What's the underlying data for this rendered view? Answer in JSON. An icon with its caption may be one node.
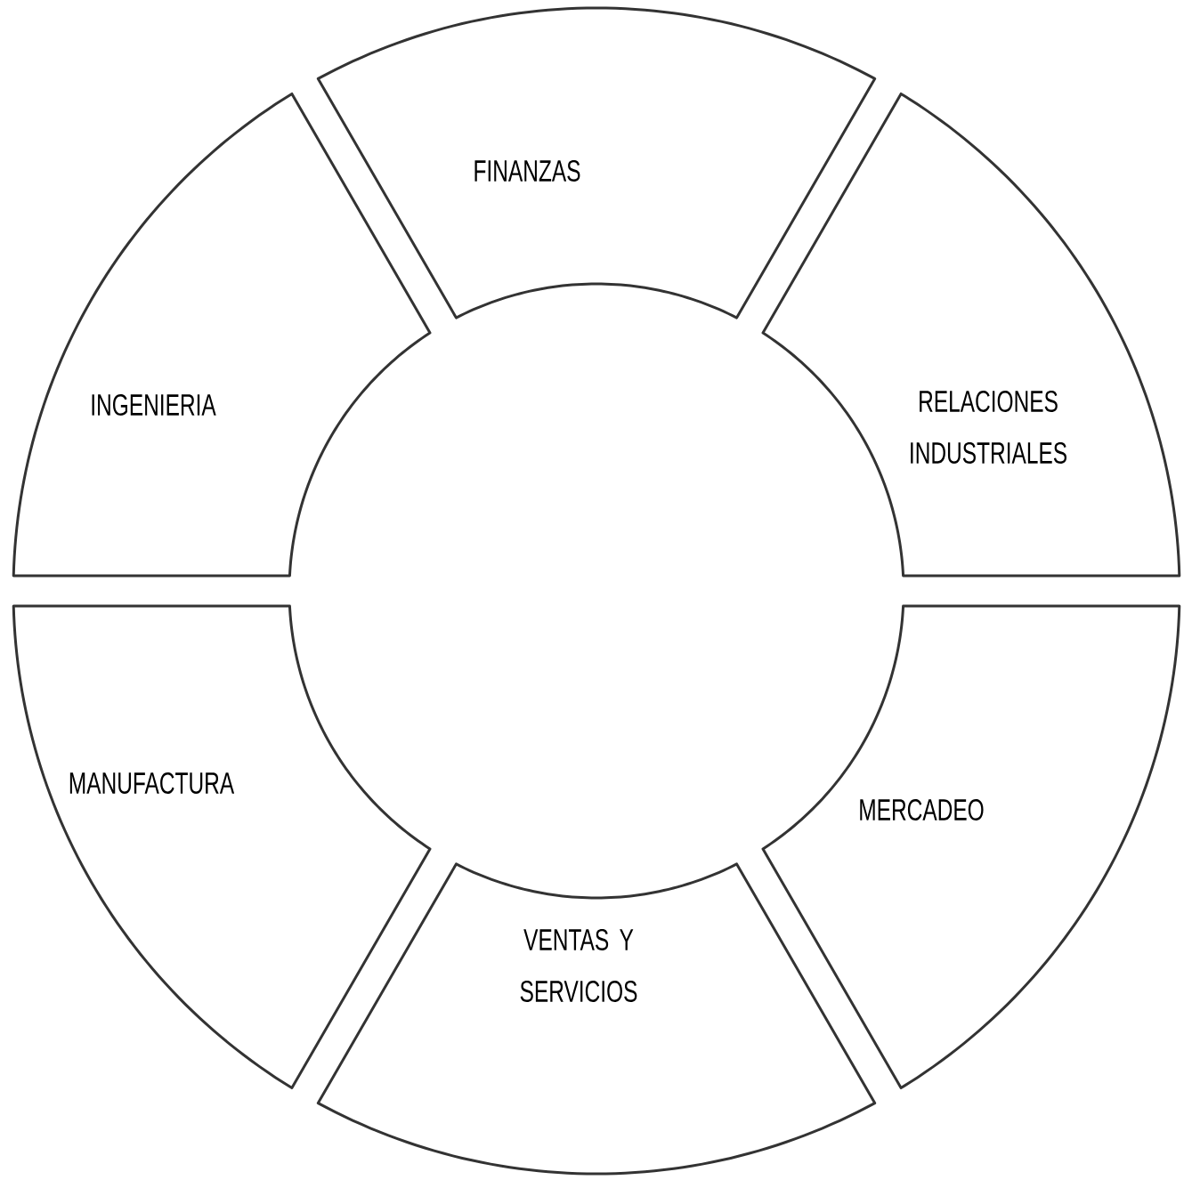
{
  "diagram": {
    "nodes": [
      {
        "text": [
          "FINANZAS"
        ]
      },
      {
        "text": [
          "INGENIERIA"
        ]
      },
      {
        "text": [
          "RELACIONES INDUSTRIALES"
        ]
      },
      {
        "text": [
          "MANUFACTURA"
        ]
      },
      {
        "text": [
          "MERCADEO"
        ]
      },
      {
        "text": [
          "VENTAS Y SERVICIOS"
        ]
      }
    ]
  }
}
